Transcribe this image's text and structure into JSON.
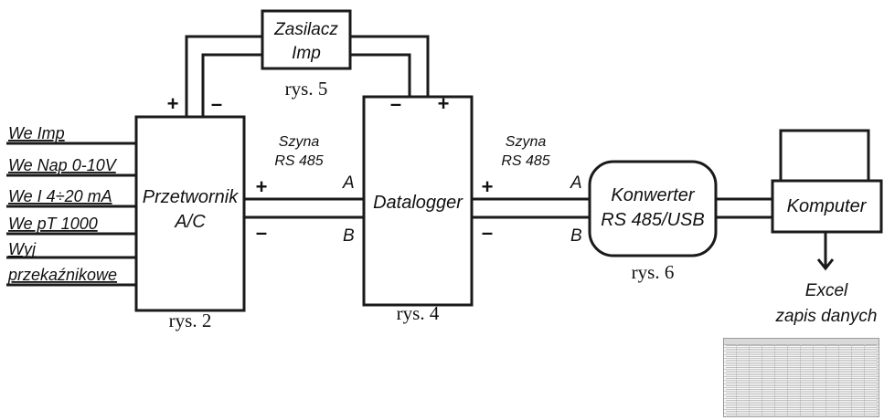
{
  "inputs": [
    "We Imp",
    "We Nap 0-10V",
    "We I 4÷20 mA",
    "We pT 1000",
    "Wyj",
    "przekaźnikowe"
  ],
  "boxes": {
    "converter_ac": [
      "Przetwornik",
      "A/C"
    ],
    "power_supply": [
      "Zasilacz",
      "Imp"
    ],
    "datalogger": "Datalogger",
    "usb_converter": [
      "Konwerter",
      "RS 485/USB"
    ],
    "computer": "Komputer"
  },
  "bus": [
    "Szyna",
    "RS 485"
  ],
  "signs": {
    "plus": "+",
    "minus": "–"
  },
  "lines": {
    "a": "A",
    "b": "B"
  },
  "captions": {
    "rys2": "rys. 2",
    "rys4": "rys. 4",
    "rys5": "rys. 5",
    "rys6": "rys. 6"
  },
  "excel": [
    "Excel",
    "zapis danych"
  ]
}
